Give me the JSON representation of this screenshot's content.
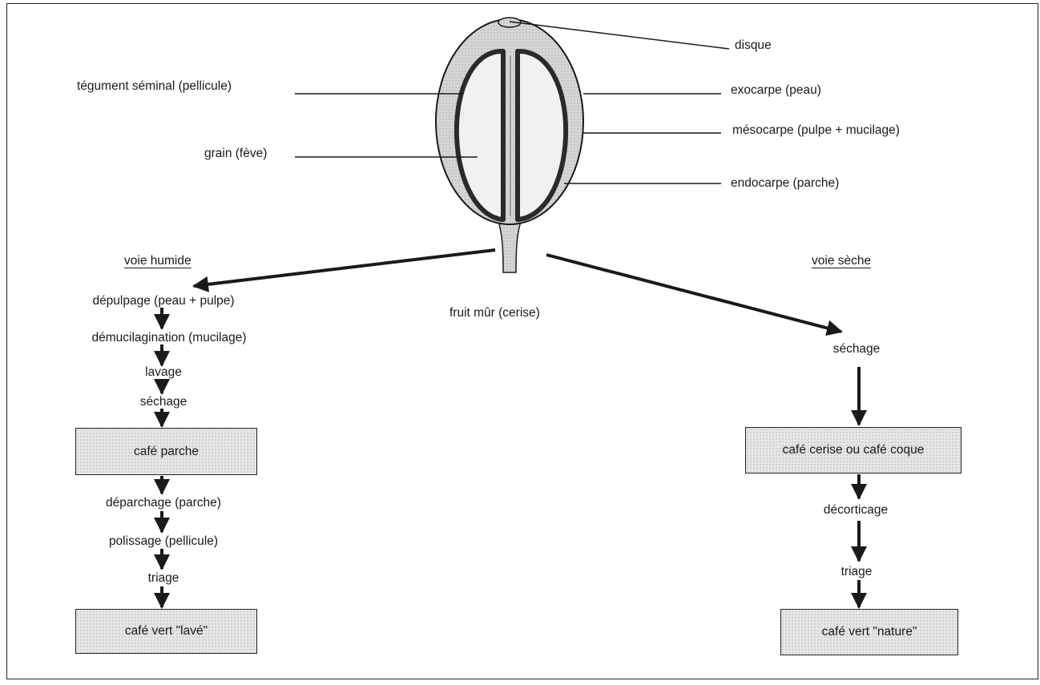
{
  "fruit": {
    "caption": "fruit mûr (cerise)",
    "labels": {
      "disque": "disque",
      "tegument": "tégument séminal (pellicule)",
      "grain": "grain (fève)",
      "exocarpe": "exocarpe (peau)",
      "mesocarpe": "mésocarpe (pulpe + mucilage)",
      "endocarpe": "endocarpe (parche)"
    }
  },
  "wet_process": {
    "title": "voie humide",
    "steps": {
      "depulpage": "dépulpage (peau + pulpe)",
      "demucilagination": "démucilagination (mucilage)",
      "lavage": "lavage",
      "sechage": "séchage",
      "deparchage": "déparchage (parche)",
      "polissage": "polissage (pellicule)",
      "triage": "triage"
    },
    "products": {
      "parche": "café parche",
      "vert_lave": "café vert \"lavé\""
    }
  },
  "dry_process": {
    "title": "voie sèche",
    "steps": {
      "sechage": "séchage",
      "decorticage": "décorticage",
      "triage": "triage"
    },
    "products": {
      "cerise_coque": "café cerise ou café coque",
      "vert_nature": "café vert \"nature\""
    }
  },
  "colors": {
    "ink": "#1a1a1a",
    "fruit_fill": "#d6d6d6",
    "box_fill": "#e6e6e6"
  }
}
